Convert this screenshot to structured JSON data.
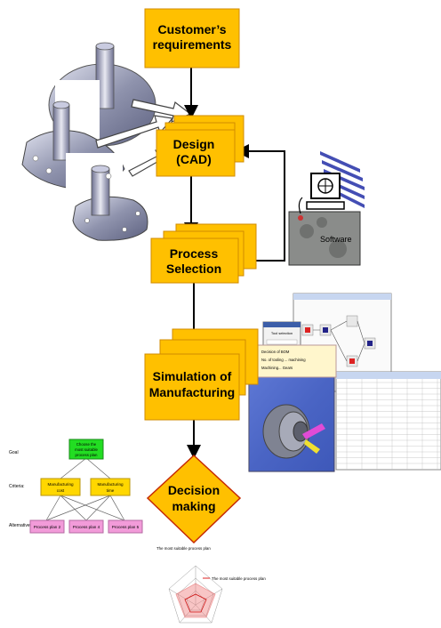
{
  "flow": {
    "customer": [
      "Customer’s",
      "requirements"
    ],
    "design": [
      "Design",
      "(CAD)"
    ],
    "process": [
      "Process",
      "Selection"
    ],
    "simulation": [
      "Simulation of",
      "Manufacturing"
    ],
    "decision": [
      "Decision",
      "making"
    ]
  },
  "hierarchy": {
    "row_labels": {
      "goal": "Goal",
      "criteria": "Criteria:",
      "alternatives": "Alternatives:"
    },
    "goal": [
      "Choose the",
      "most suitable",
      "process plan"
    ],
    "criteria": [
      [
        "Manufacturing",
        "cost"
      ],
      [
        "Manufacturing",
        "time"
      ]
    ],
    "alternatives": [
      "Process plan 2",
      "Process plan 4",
      "Process plan 5"
    ]
  },
  "radar": {
    "title": "The most suitable process plan",
    "legend": "The most suitable process plan"
  },
  "sim_window": {
    "title": "Tool selection",
    "tooltip_lines": [
      "Decision of BOM",
      "No. of tooling ... machining",
      "Machining... Gears"
    ]
  },
  "colors": {
    "box_fill": "#FFC000",
    "box_stroke": "#D08B00",
    "goal_fill": "#22DD22",
    "criteria_fill": "#FFD700",
    "alt_fill": "#F29BD9",
    "radar_fill": "#F08080"
  }
}
